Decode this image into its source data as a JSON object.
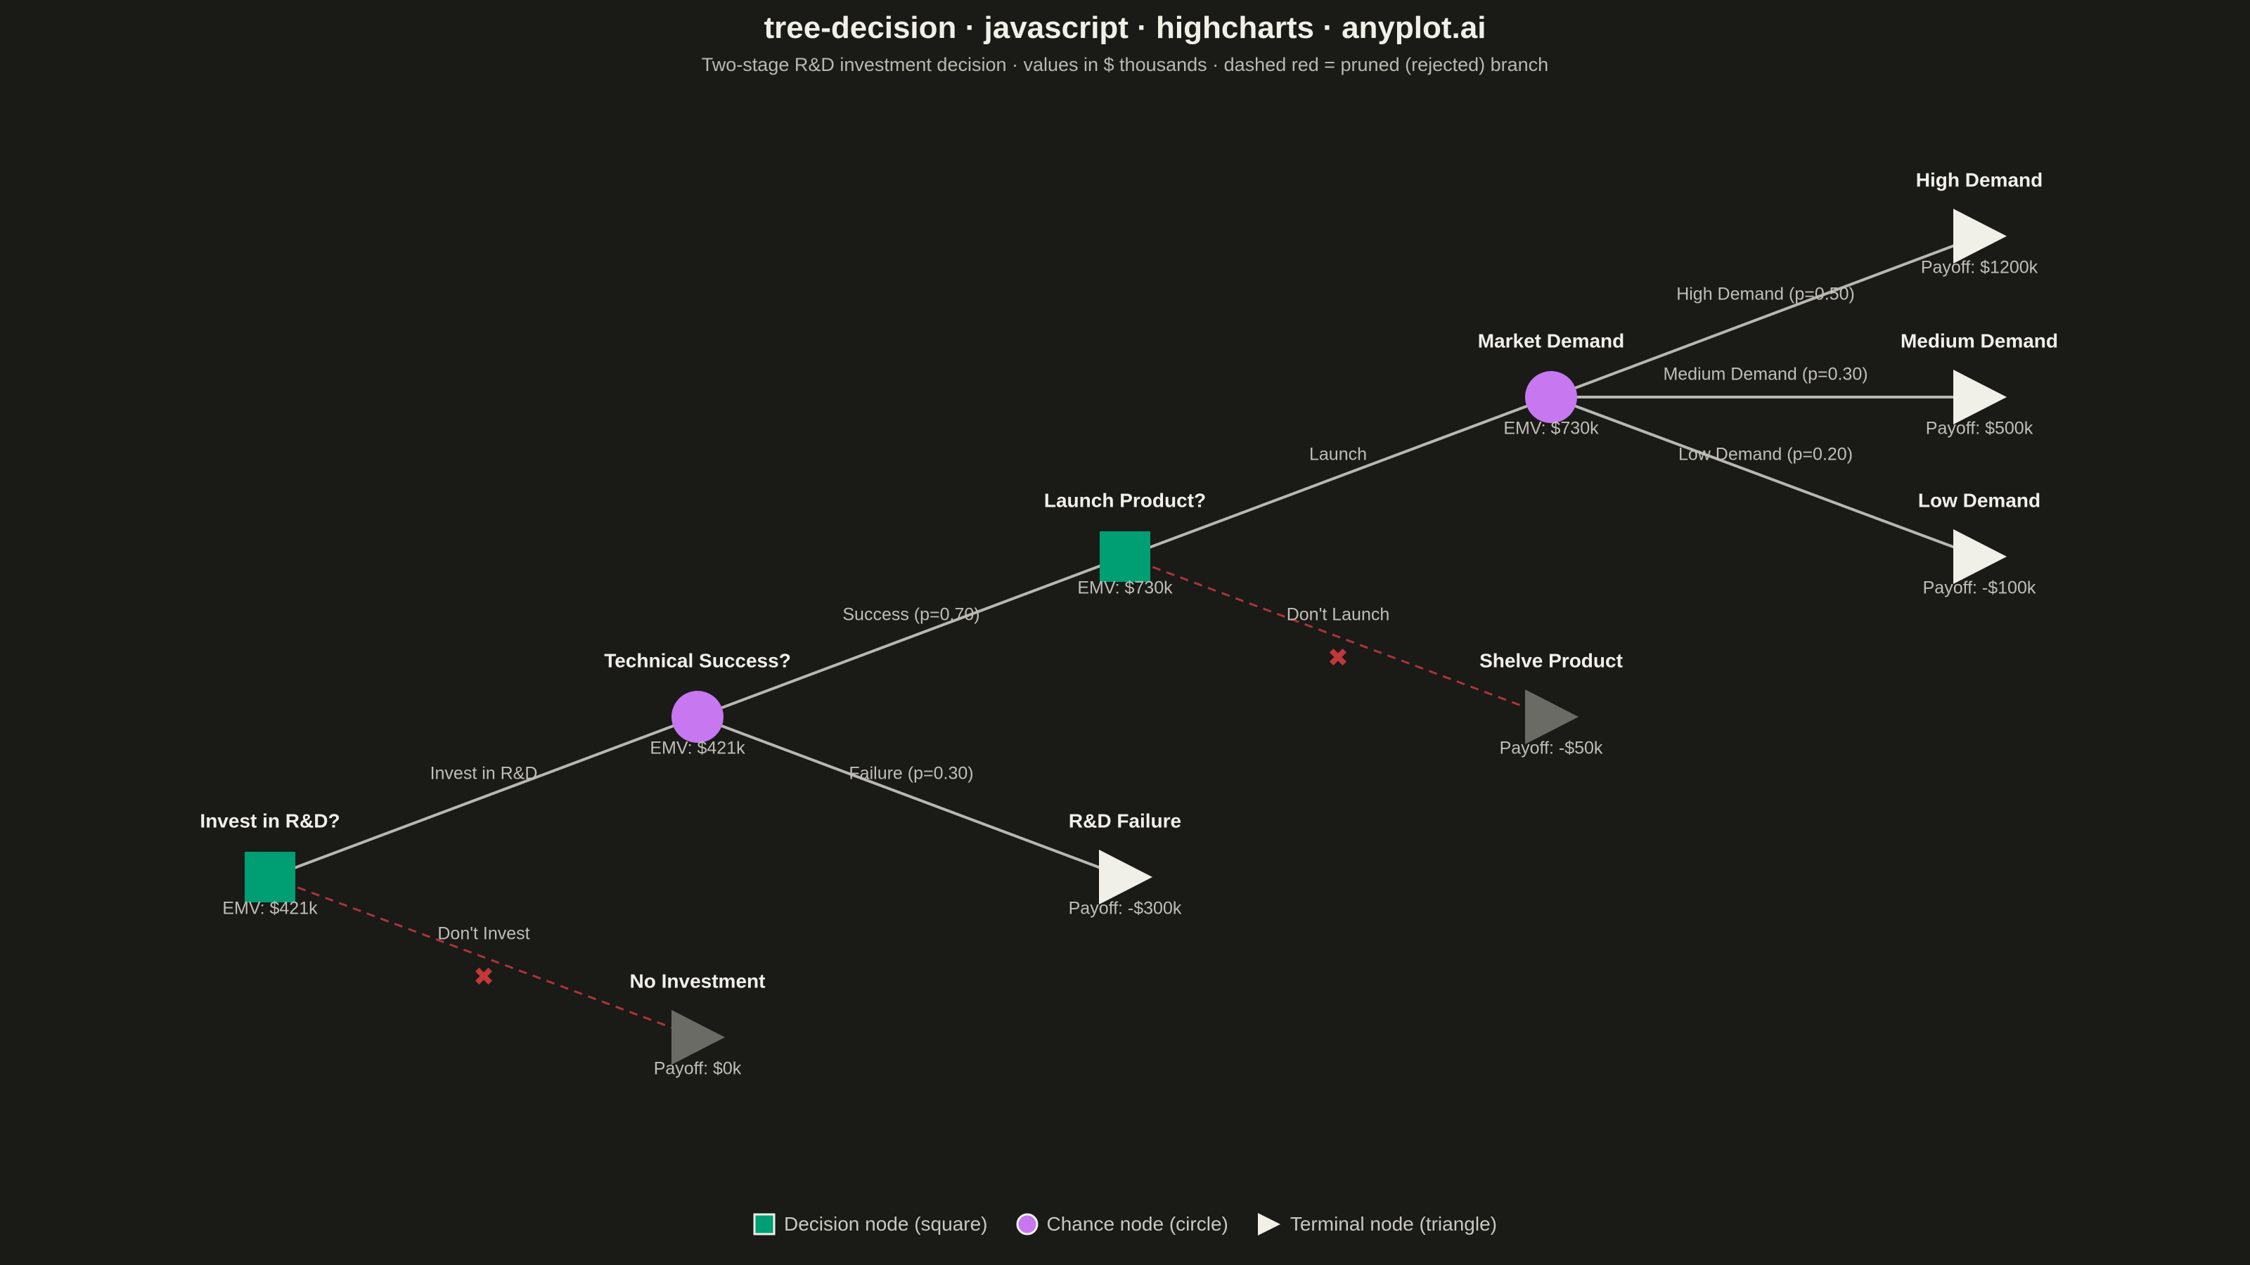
{
  "title": "tree-decision · javascript · highcharts · anyplot.ai",
  "subtitle": "Two-stage R&D investment decision · values in $ thousands · dashed red = pruned (rejected) branch",
  "colors": {
    "background": "#1a1a17",
    "decision": "#009e73",
    "chance": "#c777f0",
    "terminal": "#f0efe8",
    "terminal_pruned": "#6b6b66",
    "edge": "#b8b7b0",
    "edge_pruned": "#a8353a",
    "pruned_mark": "#c0383a"
  },
  "pruned_mark_glyph": "✖",
  "nodes": [
    {
      "id": "invest",
      "type": "decision",
      "title": "Invest in R&D?",
      "value": "EMV: $421k"
    },
    {
      "id": "tech",
      "type": "chance",
      "title": "Technical Success?",
      "value": "EMV: $421k"
    },
    {
      "id": "noinvest",
      "type": "terminal",
      "pruned": true,
      "title": "No Investment",
      "value": "Payoff: $0k"
    },
    {
      "id": "launch",
      "type": "decision",
      "title": "Launch Product?",
      "value": "EMV: $730k"
    },
    {
      "id": "fail",
      "type": "terminal",
      "title": "R&D Failure",
      "value": "Payoff: -$300k"
    },
    {
      "id": "market",
      "type": "chance",
      "title": "Market Demand",
      "value": "EMV: $730k"
    },
    {
      "id": "shelve",
      "type": "terminal",
      "pruned": true,
      "title": "Shelve Product",
      "value": "Payoff: -$50k"
    },
    {
      "id": "high",
      "type": "terminal",
      "title": "High Demand",
      "value": "Payoff: $1200k"
    },
    {
      "id": "medium",
      "type": "terminal",
      "title": "Medium Demand",
      "value": "Payoff: $500k"
    },
    {
      "id": "low",
      "type": "terminal",
      "title": "Low Demand",
      "value": "Payoff: -$100k"
    }
  ],
  "edges": [
    {
      "from": "invest",
      "to": "tech",
      "label": "Invest in R&D"
    },
    {
      "from": "invest",
      "to": "noinvest",
      "label": "Don't Invest",
      "pruned": true
    },
    {
      "from": "tech",
      "to": "launch",
      "label": "Success (p=0.70)"
    },
    {
      "from": "tech",
      "to": "fail",
      "label": "Failure (p=0.30)"
    },
    {
      "from": "launch",
      "to": "market",
      "label": "Launch"
    },
    {
      "from": "launch",
      "to": "shelve",
      "label": "Don't Launch",
      "pruned": true
    },
    {
      "from": "market",
      "to": "high",
      "label": "High Demand (p=0.50)"
    },
    {
      "from": "market",
      "to": "medium",
      "label": "Medium Demand (p=0.30)"
    },
    {
      "from": "market",
      "to": "low",
      "label": "Low Demand (p=0.20)"
    }
  ],
  "legend": {
    "decision": "Decision node (square)",
    "chance": "Chance node (circle)",
    "terminal": "Terminal node (triangle)"
  }
}
